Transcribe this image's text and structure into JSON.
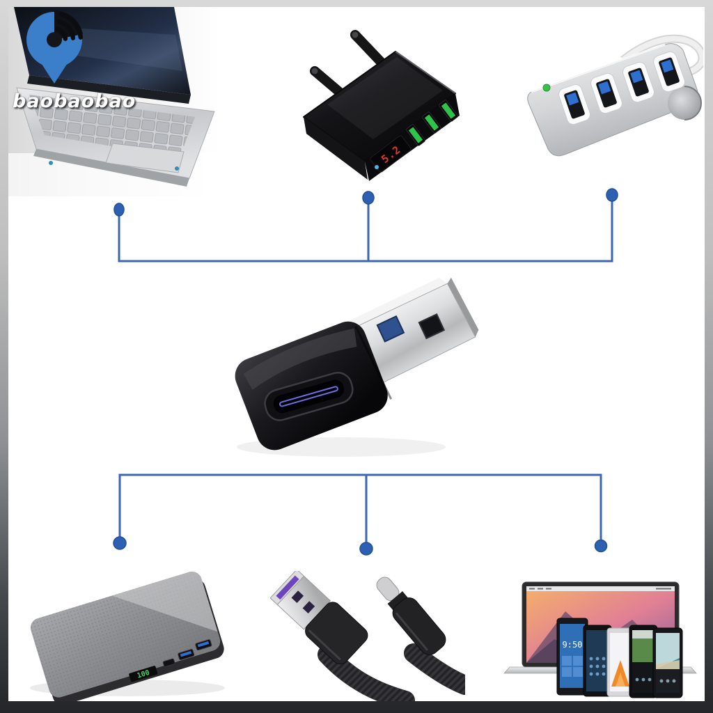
{
  "canvas": {
    "frame_top_color": "#d8d8d8",
    "frame_bottom_color": "#232527",
    "card_color": "#ffffff"
  },
  "watermark": {
    "text": "baobaobao",
    "pin_color": "#3b7ec9"
  },
  "connector": {
    "line_color": "#3a66b4",
    "dot_color": "#2d5fb3",
    "top_branches": 3,
    "bottom_branches": 3
  },
  "products": {
    "laptop": {
      "name": "netbook-laptop"
    },
    "charger": {
      "name": "3-port-usb-wall-charger",
      "display_value": "5.2",
      "display_color": "#e5382e",
      "port_color": "#2ec44a"
    },
    "hub": {
      "name": "4-port-usb-hub",
      "ports": 4
    },
    "adapter": {
      "name": "usb-c-to-usb-a-adapter"
    },
    "powerbank": {
      "name": "power-bank",
      "display_value": "100",
      "display_color": "#49d164"
    },
    "cable": {
      "name": "usb-a-to-usb-c-braided-cable"
    },
    "devices": {
      "name": "macbook-and-smartphones",
      "phone_clock": "9:50"
    }
  }
}
